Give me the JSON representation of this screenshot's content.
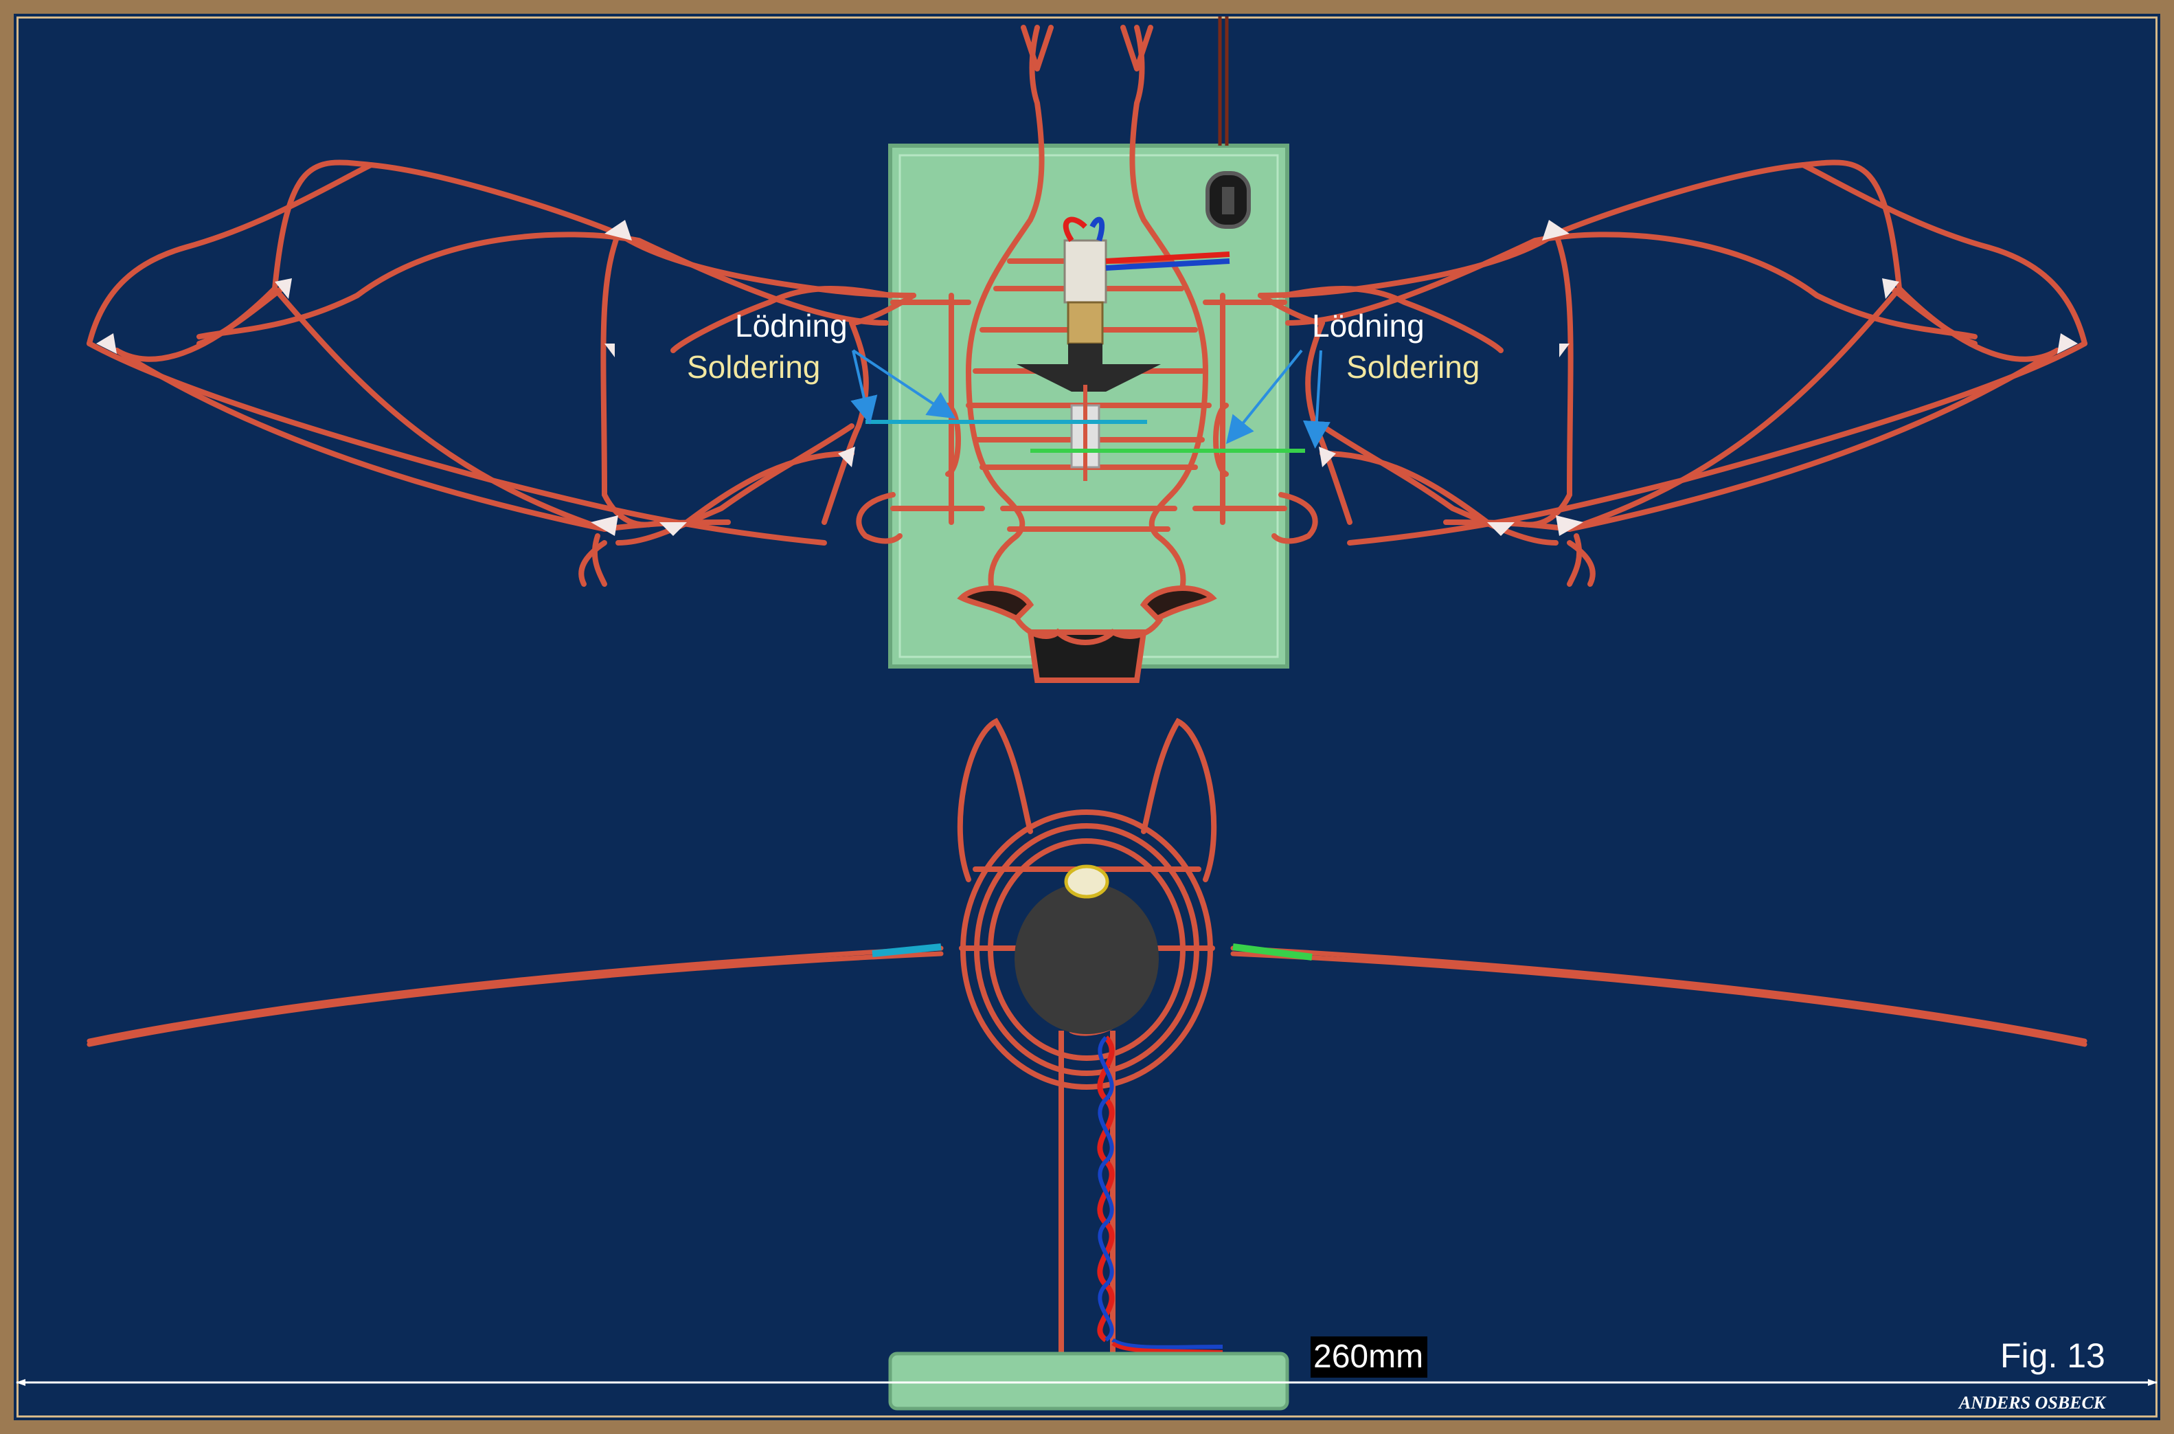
{
  "labels": {
    "left_sv": "Lödning",
    "left_en": "Soldering",
    "right_sv": "Lödning",
    "right_en": "Soldering"
  },
  "dimension": "260mm",
  "figure": "Fig. 13",
  "author": "ANDERS OSBECK",
  "colors": {
    "background": "#0b2a57",
    "frame": "#9c7a52",
    "wire": "#d4553f",
    "board": "#8fcfa1",
    "callout_arrow": "#2b8fe0",
    "label_white": "#ffffff",
    "label_yellow": "#f2e7a0",
    "solder_cyan": "#1aa7c9",
    "solder_green": "#38d04a"
  }
}
